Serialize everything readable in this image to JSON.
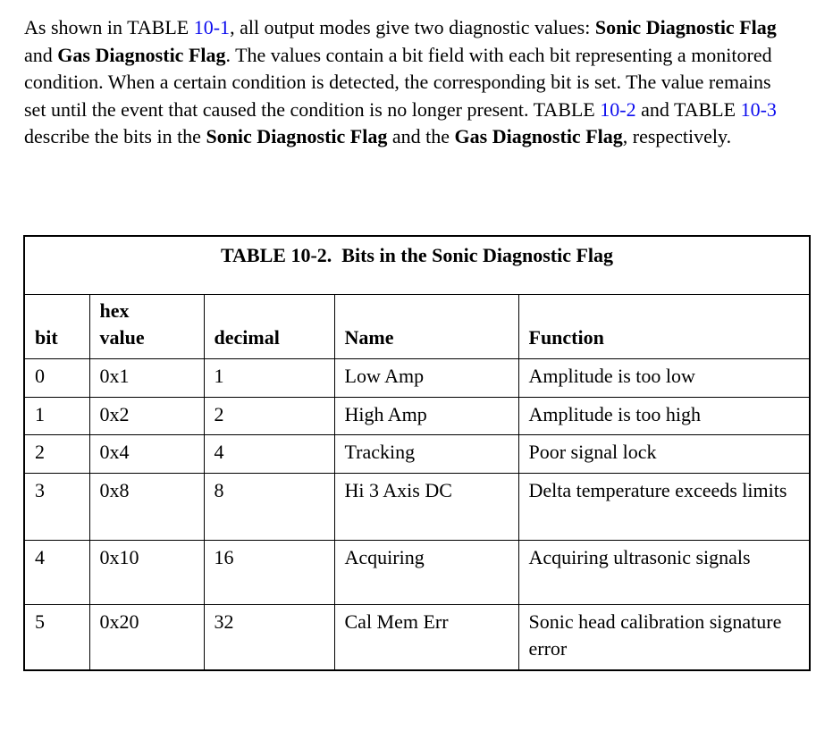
{
  "page": {
    "background": "#ffffff",
    "text_color": "#000000",
    "link_color": "#0b0bee"
  },
  "paragraph": {
    "segments": [
      {
        "text": "As shown in TABLE ",
        "style": "normal"
      },
      {
        "text": "10-1",
        "style": "link"
      },
      {
        "text": ", all output modes give two diagnostic values: ",
        "style": "normal"
      },
      {
        "text": "Sonic Diagnostic Flag",
        "style": "bold"
      },
      {
        "text": " and ",
        "style": "normal"
      },
      {
        "text": "Gas Diagnostic Flag",
        "style": "bold"
      },
      {
        "text": ". The values contain a bit field with each bit representing a monitored condition. When a certain condition is detected, the corresponding bit is set. The value remains set until the event that caused the condition is no longer present. TABLE ",
        "style": "normal"
      },
      {
        "text": "10-2",
        "style": "link"
      },
      {
        "text": " and TABLE ",
        "style": "normal"
      },
      {
        "text": "10-3",
        "style": "link"
      },
      {
        "text": " describe the bits in the ",
        "style": "normal"
      },
      {
        "text": "Sonic Diagnostic Flag",
        "style": "bold"
      },
      {
        "text": " and the ",
        "style": "normal"
      },
      {
        "text": "Gas Diagnostic Flag",
        "style": "bold"
      },
      {
        "text": ", respectively.",
        "style": "normal"
      }
    ]
  },
  "table": {
    "title": "TABLE 10-2.  Bits in the Sonic Diagnostic Flag",
    "columns": [
      "bit",
      "hex\nvalue",
      "decimal",
      "Name",
      "Function"
    ],
    "rows": [
      {
        "bit": "0",
        "hex_value": "0x1",
        "decimal": "1",
        "name": "Low Amp",
        "function": "Amplitude is too low"
      },
      {
        "bit": "1",
        "hex_value": "0x2",
        "decimal": "2",
        "name": "High Amp",
        "function": "Amplitude is too high"
      },
      {
        "bit": "2",
        "hex_value": "0x4",
        "decimal": "4",
        "name": "Tracking",
        "function": "Poor signal lock"
      },
      {
        "bit": "3",
        "hex_value": "0x8",
        "decimal": "8",
        "name": "Hi 3 Axis DC",
        "function": "Delta temperature exceeds limits"
      },
      {
        "bit": "4",
        "hex_value": "0x10",
        "decimal": "16",
        "name": "Acquiring",
        "function": "Acquiring ultrasonic signals"
      },
      {
        "bit": "5",
        "hex_value": "0x20",
        "decimal": "32",
        "name": "Cal Mem Err",
        "function": "Sonic head calibration signature error"
      }
    ]
  }
}
